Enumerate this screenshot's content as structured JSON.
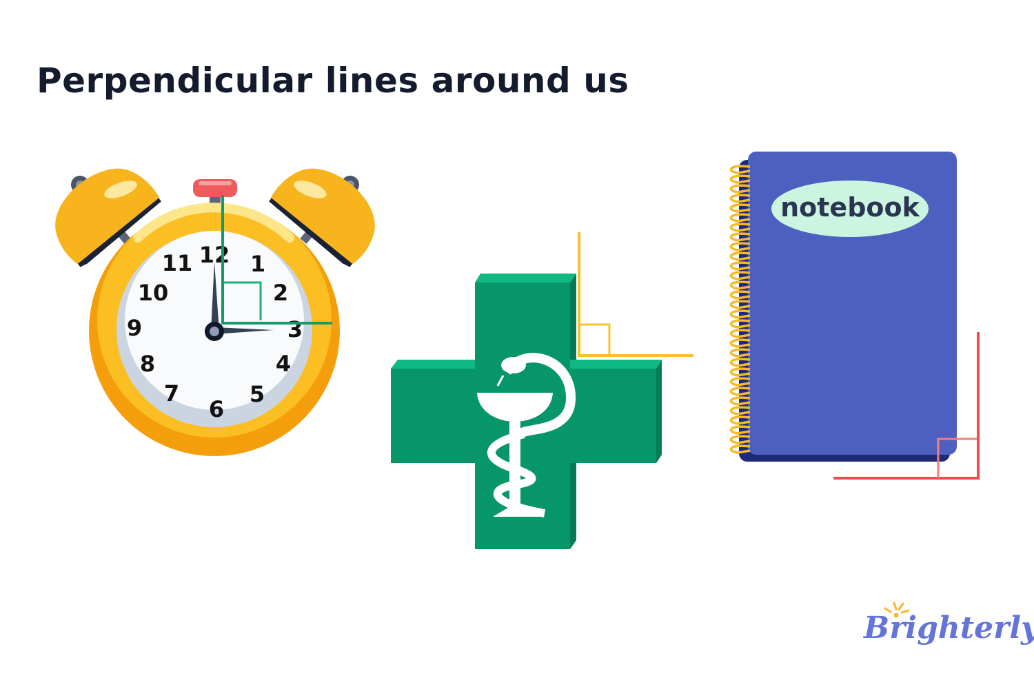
{
  "title": "Perpendicular lines around us",
  "clock": {
    "numbers": [
      "12",
      "1",
      "2",
      "3",
      "4",
      "5",
      "6",
      "7",
      "8",
      "9",
      "10",
      "11"
    ],
    "right_angle_color": "#139a6a"
  },
  "pharmacy_cross": {
    "color": "#079669",
    "right_angle_color": "#f7c22d",
    "icon": "rod-of-asclepius-icon"
  },
  "notebook": {
    "label": "notebook",
    "color": "#4d5fbf",
    "right_angle_color": "#ef4b4b"
  },
  "logo": {
    "text": "Brighterly"
  }
}
